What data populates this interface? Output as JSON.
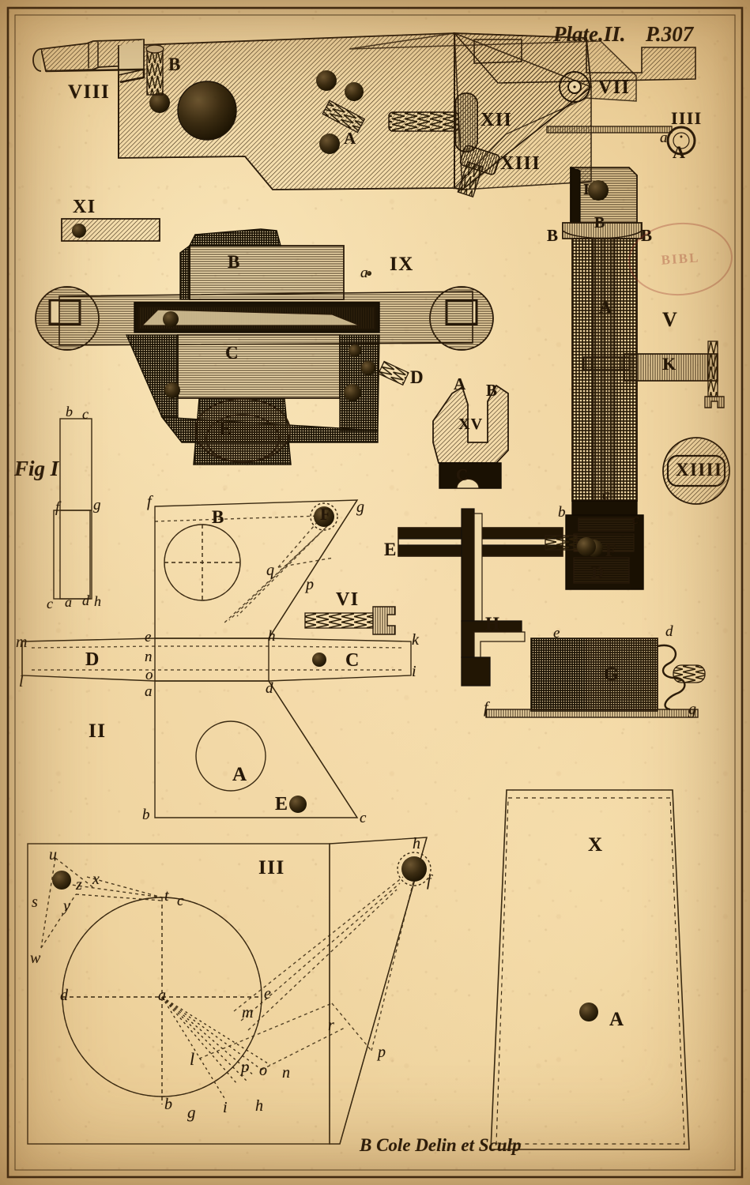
{
  "plate": {
    "header_left": "Plate.II.",
    "header_right": "P.307",
    "signature": "B Cole Delin et Sculp",
    "stamp_text": "BIBL",
    "ink": "#2a1b0a",
    "paper": "#efd49f"
  },
  "figures": {
    "fig1": {
      "roman": "Fig I",
      "labels": [
        "b",
        "c",
        "f",
        "g",
        "c",
        "a",
        "d",
        "h"
      ]
    },
    "fig2": {
      "roman": "II",
      "labels": [
        "B",
        "F",
        "g",
        "q",
        "p",
        "f",
        "h",
        "e",
        "m",
        "n",
        "o",
        "a",
        "D",
        "C",
        "k",
        "i",
        "l",
        "b",
        "c",
        "d",
        "A",
        "E"
      ]
    },
    "fig3": {
      "roman": "III",
      "labels": [
        "u",
        "z",
        "x",
        "s",
        "y",
        "w",
        "t",
        "c",
        "d",
        "a",
        "e",
        "m",
        "r",
        "p",
        "l",
        "o",
        "n",
        "b",
        "g",
        "i",
        "h",
        "f",
        "p",
        "h"
      ]
    },
    "fig4": {
      "roman": "IIII",
      "labels": [
        "a",
        "A"
      ]
    },
    "fig5": {
      "roman": "V",
      "labels": [
        "I",
        "B",
        "B",
        "B",
        "A",
        "K",
        "a",
        "b",
        "c",
        "E",
        "F",
        "D",
        "H",
        "e",
        "d",
        "G",
        "f",
        "g"
      ]
    },
    "fig6": {
      "roman": "VI",
      "labels": []
    },
    "fig7": {
      "roman": "VII",
      "labels": []
    },
    "fig8": {
      "roman": "VIII",
      "labels": [
        "B",
        "A"
      ]
    },
    "fig9": {
      "roman": "IX",
      "labels": [
        "B",
        "C",
        "D",
        "E",
        "a"
      ]
    },
    "fig10": {
      "roman": "X",
      "labels": [
        "A"
      ]
    },
    "fig11": {
      "roman": "XI",
      "labels": []
    },
    "fig12": {
      "roman": "XII",
      "labels": []
    },
    "fig13": {
      "roman": "XIII",
      "labels": []
    },
    "fig14": {
      "roman": "XIIII",
      "labels": []
    },
    "fig15": {
      "roman": "XV",
      "labels": [
        "A",
        "B",
        "C"
      ]
    }
  },
  "labels": {
    "A": "A",
    "B": "B",
    "C": "C",
    "D": "D",
    "E": "E",
    "F": "F",
    "G": "G",
    "H": "H",
    "I": "I",
    "K": "K",
    "a": "a",
    "b": "b",
    "c": "c",
    "d": "d",
    "e": "e",
    "f": "f",
    "g": "g",
    "h": "h",
    "i": "i",
    "k": "k",
    "l": "l",
    "m": "m",
    "n": "n",
    "o": "o",
    "p": "p",
    "q": "q",
    "r": "r",
    "s": "s",
    "t": "t",
    "u": "u",
    "w": "w",
    "x": "x",
    "y": "y",
    "z": "z"
  }
}
